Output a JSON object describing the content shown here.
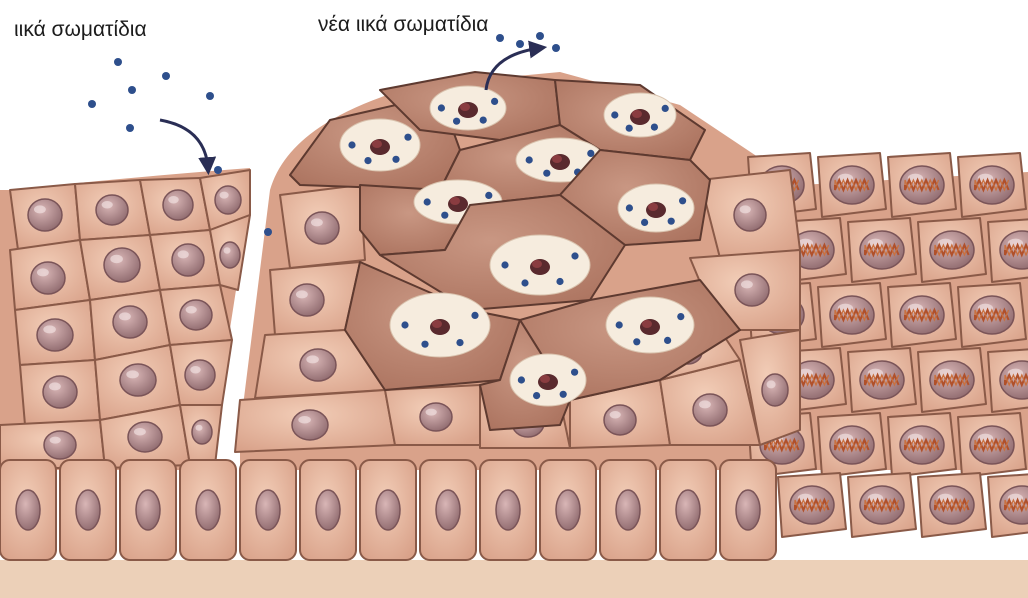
{
  "labels": {
    "virus_particles": "ιικά σωματίδια",
    "new_virus_particles": "νέα ιικά σωματίδια"
  },
  "colors": {
    "background": "#ffffff",
    "healthy_cell": "#e8b8a0",
    "healthy_cell_edge": "#8a5a48",
    "nucleus": "#b58e8e",
    "infected_cell": "#c08a75",
    "infected_cell_edge": "#5e3a30",
    "infected_vacuole": "#f6ecde",
    "virion": "#2e4f8c",
    "virus_clump": "#5a2a2e",
    "dna_strand": "#b0502a",
    "basal_membrane": "#e8c6a8",
    "arrow": "#2a2e55"
  },
  "icons": [
    "virus-particle-dot",
    "infection-arrow-icon",
    "release-arrow-icon",
    "dna-helix-icon"
  ]
}
